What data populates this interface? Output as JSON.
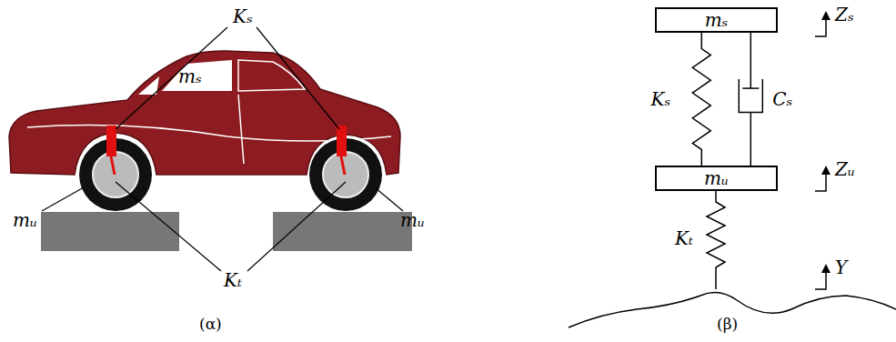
{
  "diagram": {
    "nodes": [
      {
        "text": [
          "mₛ"
        ]
      },
      {
        "text": [
          "mᵤ"
        ]
      }
    ],
    "edges": [
      {
        "from": 0,
        "to": 1,
        "arrow": "none",
        "label": "Kₛ"
      },
      {
        "from": 0,
        "to": 1,
        "arrow": "none",
        "label": "Cₛ"
      }
    ],
    "labels": [
      "Kₛ",
      "mₛ",
      "mᵤ",
      "mᵤ",
      "Kₜ",
      "(α)",
      "Kₜ",
      "Zₛ",
      "Zᵤ",
      "Y",
      "(β)"
    ]
  }
}
